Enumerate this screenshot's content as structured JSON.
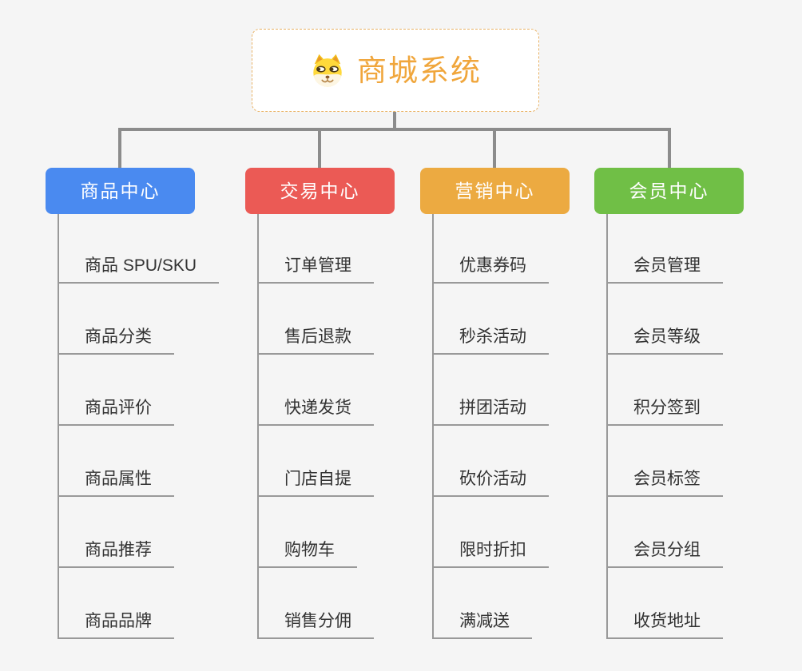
{
  "root": {
    "title": "商城系统",
    "icon": "shiba-dog-icon",
    "title_color": "#f0a63c",
    "border_color": "#e9b264"
  },
  "connector_color": "#8c8c8c",
  "sub_line_color": "#999999",
  "background_color": "#f5f5f5",
  "branches": [
    {
      "label": "商品中心",
      "color": "#4a8af0",
      "children": [
        "商品 SPU/SKU",
        "商品分类",
        "商品评价",
        "商品属性",
        "商品推荐",
        "商品品牌"
      ]
    },
    {
      "label": "交易中心",
      "color": "#eb5a55",
      "children": [
        "订单管理",
        "售后退款",
        "快递发货",
        "门店自提",
        "购物车",
        "销售分佣"
      ]
    },
    {
      "label": "营销中心",
      "color": "#ecaa41",
      "children": [
        "优惠券码",
        "秒杀活动",
        "拼团活动",
        "砍价活动",
        "限时折扣",
        "满减送"
      ]
    },
    {
      "label": "会员中心",
      "color": "#70bf46",
      "children": [
        "会员管理",
        "会员等级",
        "积分签到",
        "会员标签",
        "会员分组",
        "收货地址"
      ]
    }
  ]
}
